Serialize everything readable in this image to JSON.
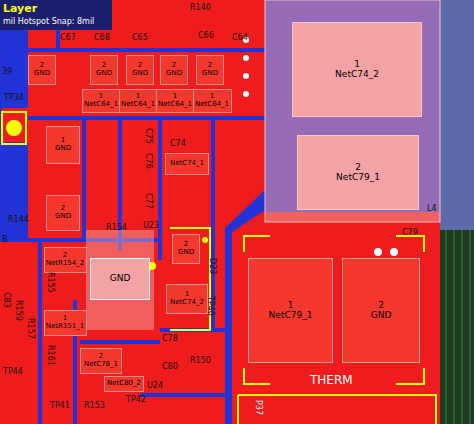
{
  "diagram": {
    "nodes": [
      {
        "text": [
          "1",
          "NetC74_2"
        ]
      },
      {
        "text": [
          "2",
          "NetC79_1"
        ]
      },
      {
        "text": [
          "1",
          "NetC79_1"
        ]
      },
      {
        "text": [
          "2",
          "GND"
        ]
      },
      {
        "text": [
          "GND"
        ]
      },
      {
        "text": [
          "2",
          "GND"
        ]
      },
      {
        "text": [
          "2",
          "GND"
        ]
      },
      {
        "text": [
          "2",
          "GND"
        ]
      },
      {
        "text": [
          "2",
          "GND"
        ]
      },
      {
        "text": [
          "2",
          "GND"
        ]
      },
      {
        "text": [
          "1",
          "NetC64_1"
        ]
      },
      {
        "text": [
          "1",
          "NetC64_1"
        ]
      },
      {
        "text": [
          "1",
          "NetC64_1"
        ]
      },
      {
        "text": [
          "1",
          "NetC64_1"
        ]
      },
      {
        "text": [
          "1",
          "GND"
        ]
      },
      {
        "text": [
          "2",
          "GND"
        ]
      },
      {
        "text": [
          "2",
          "NetR154_2"
        ]
      },
      {
        "text": [
          "1",
          "NetR151_1"
        ]
      },
      {
        "text": [
          "NetC74_1"
        ]
      },
      {
        "text": [
          "2",
          "GND"
        ]
      },
      {
        "text": [
          "1",
          "NetC74_2"
        ]
      },
      {
        "text": [
          "2",
          "NetC78_1"
        ]
      },
      {
        "text": [
          "NetC80_2"
        ]
      }
    ],
    "labels": [
      "Layer",
      "mil Hotspot Snap: 8mil",
      "R140",
      "C67",
      "C68",
      "C65",
      "C66",
      "C64",
      "39",
      "TP34",
      "C75",
      "C76",
      "C77",
      "C74",
      "R144",
      "B",
      "R154",
      "U23",
      "D23",
      "TP40",
      "R155",
      "C83",
      "R159",
      "R157",
      "R161",
      "C78",
      "C80",
      "R150",
      "U24",
      "TP44",
      "TP41",
      "R153",
      "TP42",
      "THERM",
      "P37",
      "L4",
      "C79"
    ]
  }
}
